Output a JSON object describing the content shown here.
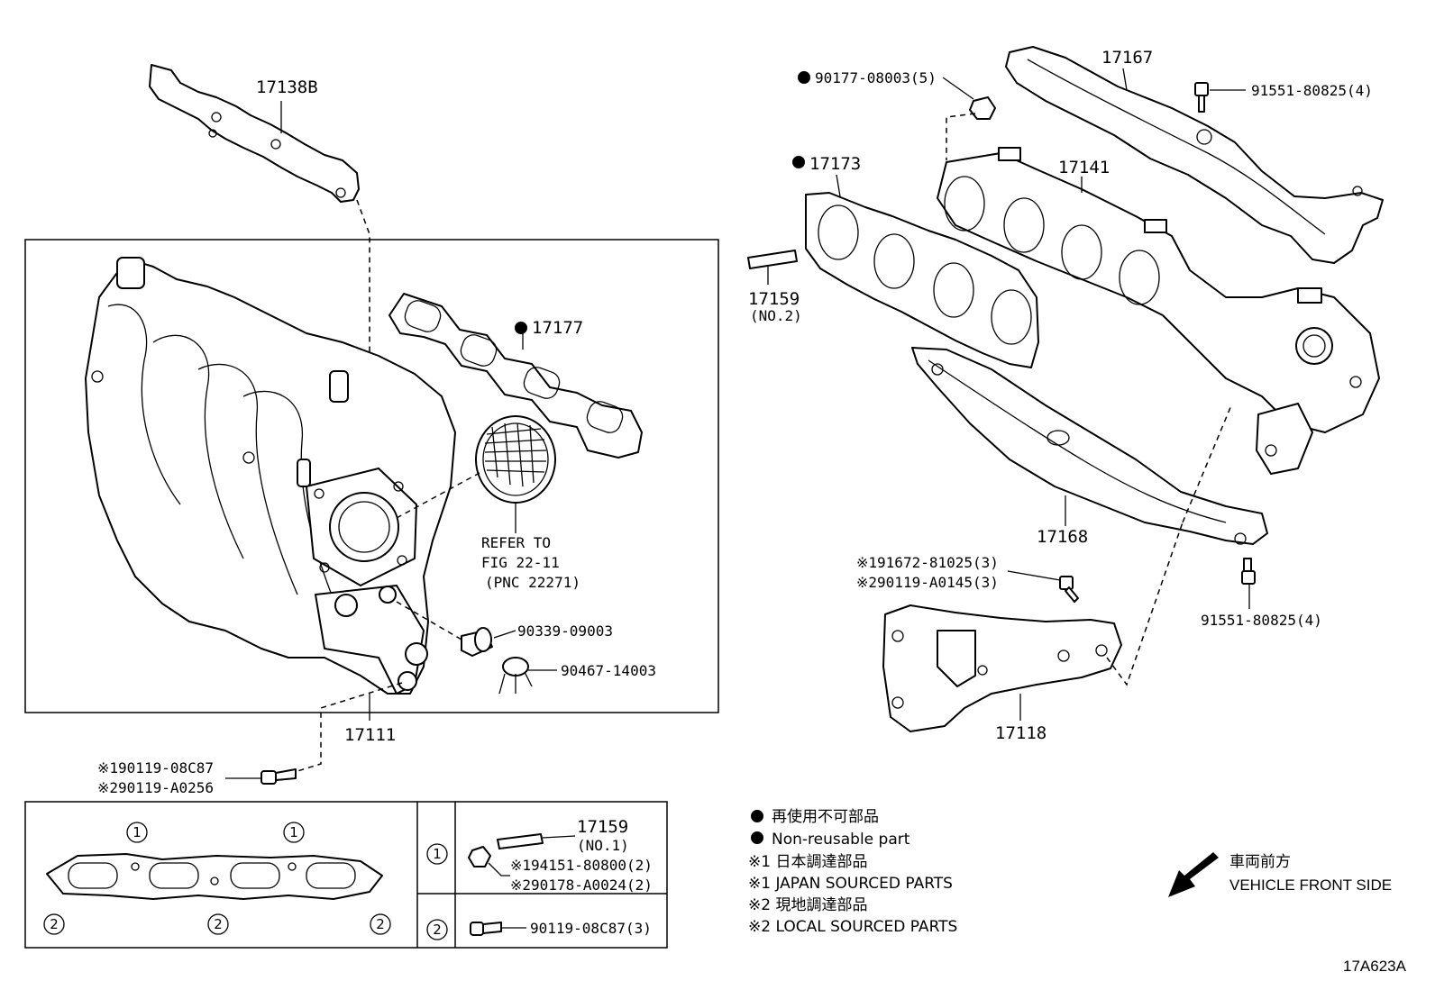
{
  "diagram_code": "17A623A",
  "parts": {
    "p17138B": "17138B",
    "p17177": "17177",
    "refer_line1": "REFER TO",
    "refer_line2": "FIG 22-11",
    "refer_line3": "(PNC 22271)",
    "p90339": "90339-09003",
    "p90467": "90467-14003",
    "p17111": "17111",
    "bolt_a1": "※190119-08C87",
    "bolt_a2": "※290119-A0256",
    "p90177": "90177-08003(5)",
    "p17173": "17173",
    "p17159_top": "17159",
    "p17159_top_sub": "(NO.2)",
    "p17167": "17167",
    "p91551_top": "91551-80825(4)",
    "p17141": "17141",
    "p17168": "17168",
    "p91551_bot": "91551-80825(4)",
    "bolt_b1": "※191672-81025(3)",
    "bolt_b2": "※290119-A0145(3)",
    "p17118": "17118"
  },
  "inset": {
    "circle_1": "1",
    "circle_2": "2",
    "row1_part": "17159",
    "row1_part_sub": "(NO.1)",
    "row1_code1": "※194151-80800(2)",
    "row1_code2": "※290178-A0024(2)",
    "row2_code": "90119-08C87(3)"
  },
  "legend": {
    "nonreusable_jp": "再使用不可部品",
    "nonreusable_en": "Non-reusable part",
    "japan_jp": "※1 日本調達部品",
    "japan_en": "※1 JAPAN SOURCED PARTS",
    "local_jp": "※2 現地調達部品",
    "local_en": "※2 LOCAL SOURCED PARTS"
  },
  "direction": {
    "jp": "車両前方",
    "en": "VEHICLE FRONT SIDE"
  }
}
